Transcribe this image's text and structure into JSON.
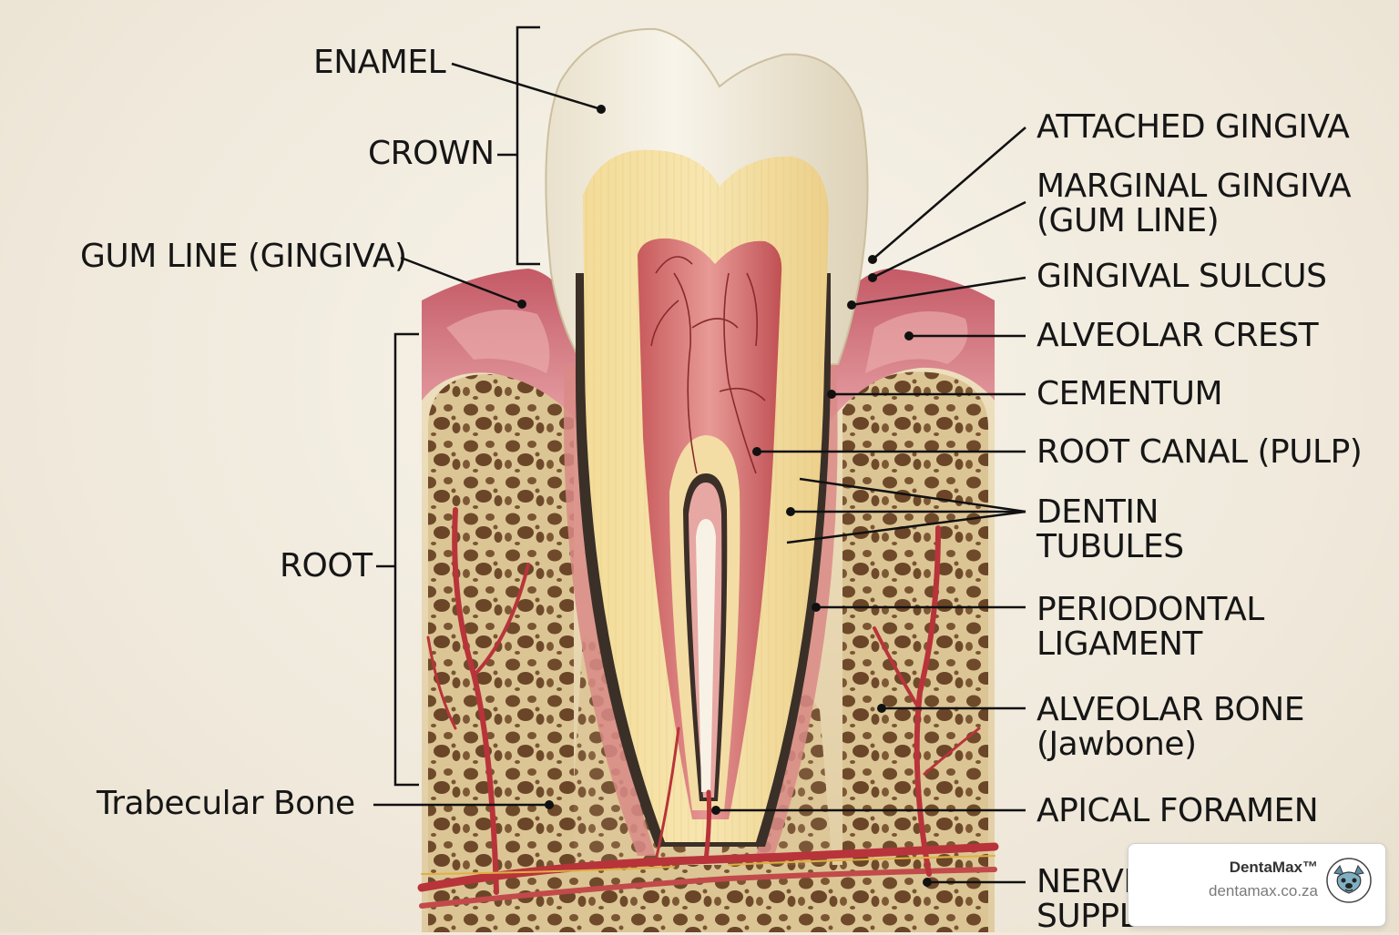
{
  "labels": {
    "enamel": "ENAMEL",
    "crown": "CROWN",
    "gum_line": "GUM LINE (GINGIVA)",
    "root": "ROOT",
    "trabecular_bone": "Trabecular Bone",
    "attached_gingiva": "ATTACHED GINGIVA",
    "marginal_gingiva_1": "MARGINAL GINGIVA",
    "marginal_gingiva_2": "(GUM LINE)",
    "gingival_sulcus": "GINGIVAL SULCUS",
    "alveolar_crest": "ALVEOLAR CREST",
    "cementum": "CEMENTUM",
    "root_canal": "ROOT CANAL (PULP)",
    "dentin_1": "DENTIN",
    "dentin_2": "TUBULES",
    "periodontal_1": "PERIODONTAL",
    "periodontal_2": "LIGAMENT",
    "alveolar_bone_1": "ALVEOLAR BONE",
    "alveolar_bone_2": "(Jawbone)",
    "apical_foramen": "APICAL FORAMEN",
    "nerve_1": "NERVE",
    "nerve_2": "SUPPLY"
  },
  "badge": {
    "name": "DentaMax™",
    "url": "dentamax.co.za",
    "logo_icon": "dog-face-icon"
  },
  "colors": {
    "enamel": "#f2ede0",
    "dentin": "#f0d890",
    "pulp": "#c8565a",
    "gum": "#c9636e",
    "bone": "#e8d8b4",
    "bone_pore": "#6b4a2c",
    "vessel": "#b8343a",
    "leader": "#111111"
  }
}
